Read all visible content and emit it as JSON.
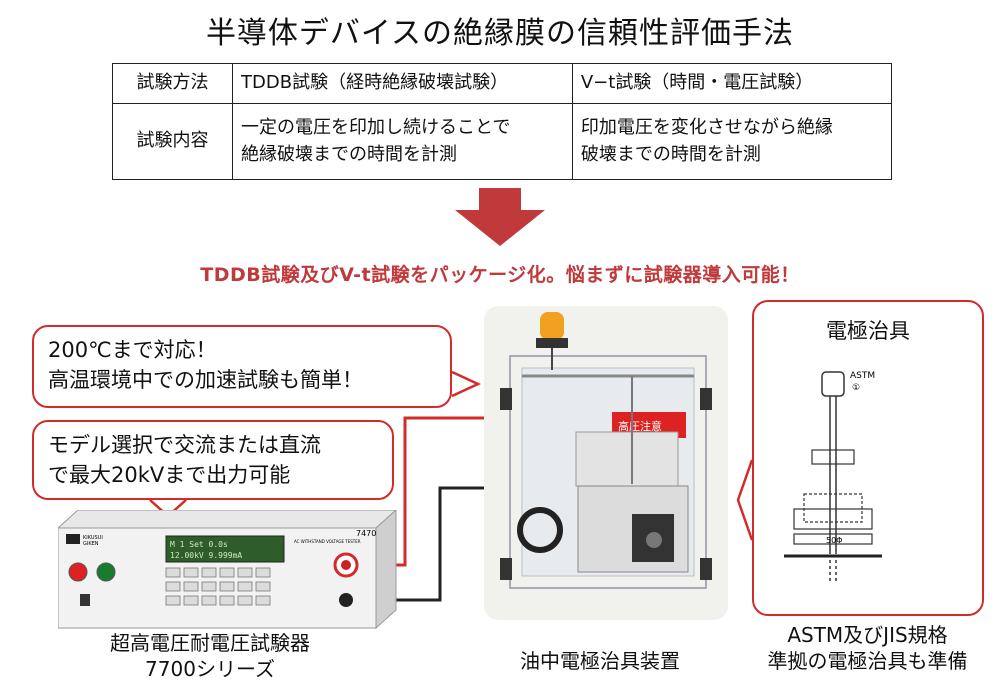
{
  "title": "半導体デバイスの絶縁膜の信頼性評価手法",
  "table": {
    "row1": {
      "head": "試験方法",
      "tddb": "TDDB試験（経時絶縁破壊試験）",
      "vt": "V−t試験（時間・電圧試験）"
    },
    "row2": {
      "head": "試験内容",
      "tddb_line1": "一定の電圧を印加し続けることで",
      "tddb_line2": "絶縁破壊までの時間を計測",
      "vt_line1": "印加電圧を変化させながら絶縁",
      "vt_line2": "破壊までの時間を計測"
    }
  },
  "tagline": "TDDB試験及びV-t試験をパッケージ化。悩まずに試験器導入可能！",
  "bubble1": {
    "line1": "200℃まで対応！",
    "line2": "高温環境中での加速試験も簡単！"
  },
  "bubble2": {
    "line1": "モデル選択で交流または直流",
    "line2": "で最大20kVまで出力可能"
  },
  "bubble3": {
    "label": "電極治具",
    "astm_tag": "ASTM",
    "astm_num": "①",
    "diameter": "50Φ"
  },
  "device": {
    "brand_line1": "KIKUSUI",
    "brand_line2": "GIKEN",
    "model": "7470",
    "subtitle": "AC WITHSTAND VOLTAGE TESTER",
    "lcd_line1": "M 1 Set        0.0s",
    "lcd_line2": "12.00kV 9.999mA"
  },
  "chamber": {
    "warning_label": "高圧注意"
  },
  "captions": {
    "tester_line1": "超高電圧耐電圧試験器",
    "tester_line2": "7700シリーズ",
    "apparatus": "油中電極治具装置",
    "jig_line1": "ASTM及びJIS規格",
    "jig_line2": "準拠の電極治具も準備"
  },
  "colors": {
    "accent_red": "#d42a2a",
    "arrow_red": "#c0393b",
    "lcd_green": "#2f5d2a"
  }
}
